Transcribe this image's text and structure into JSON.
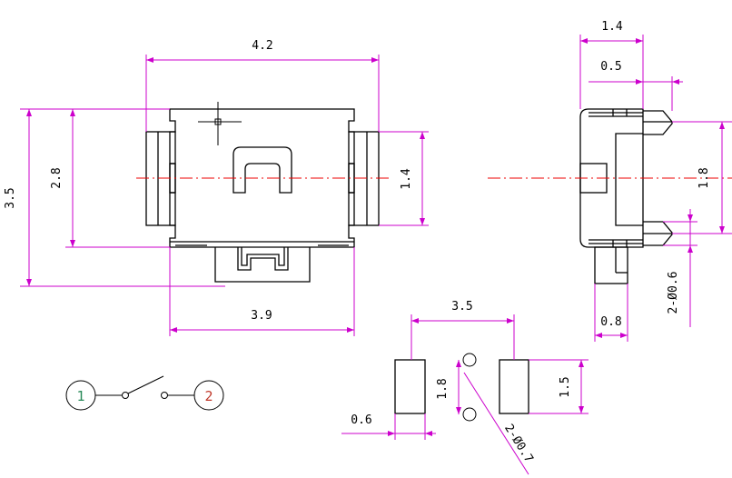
{
  "drawing": {
    "front_view": {
      "overall_width": "4.2",
      "overall_height": "3.5",
      "body_height": "2.8",
      "terminal_height": "1.4",
      "body_width": "3.9"
    },
    "side_view": {
      "depth": "1.4",
      "plunger_offset": "0.5",
      "peg_spacing": "1.8",
      "peg_diameter": "2-Ø0.6",
      "actuator_width": "0.8"
    },
    "pcb_layout": {
      "pad_pitch": "3.5",
      "pad_length": "1.5",
      "hole_spacing": "1.8",
      "pad_width": "0.6",
      "hole_diameter": "2-Ø0.7"
    },
    "schematic": {
      "pin1": "1",
      "pin2": "2",
      "pin1_color": "#2a8a5a",
      "pin2_color": "#c0392b"
    }
  }
}
